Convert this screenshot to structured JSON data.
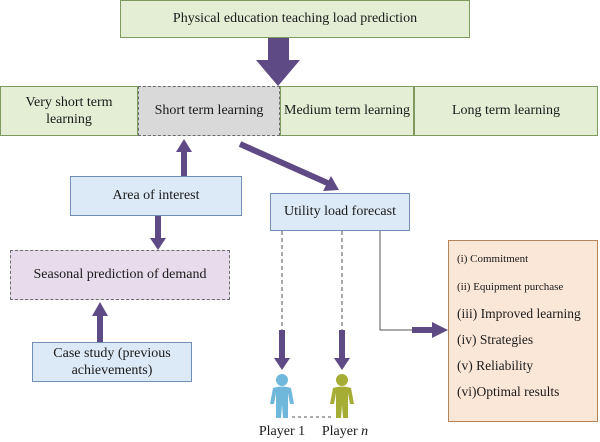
{
  "diagram": {
    "title": "Physical education teaching load prediction",
    "learning_terms": [
      "Very short term learning",
      "Short term learning",
      "Medium term learning",
      "Long term learning"
    ],
    "area_of_interest": "Area of interest",
    "seasonal_prediction": "Seasonal prediction of demand",
    "case_study": "Case study (previous achievements)",
    "utility_forecast": "Utility load forecast",
    "results": [
      "(i) Commitment",
      "(ii) Equipment purchase",
      "(iii) Improved learning",
      "(iv) Strategies",
      "(v) Reliability",
      "(vi)Optimal results"
    ],
    "player1_label": "Player 1",
    "playern_prefix": "Player",
    "playern_var": "n"
  },
  "colors": {
    "arrow": "#5e4a84",
    "player1": "#6fb8dc",
    "playern": "#a6ad34"
  },
  "icons": {
    "player1": "person-figure-icon",
    "playern": "person-figure-icon"
  }
}
